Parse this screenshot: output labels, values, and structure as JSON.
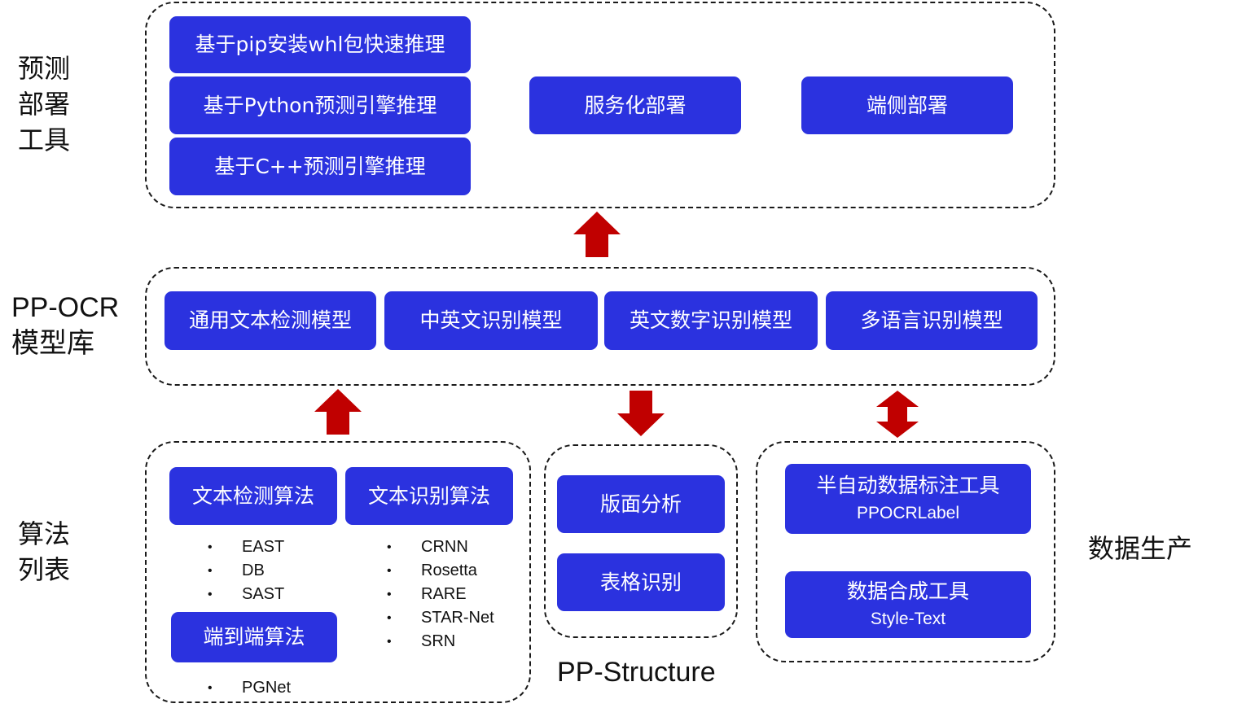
{
  "deploy": {
    "label_lines": [
      "预测",
      "部署",
      "工具"
    ],
    "inference": [
      "基于pip安装whl包快速推理",
      "基于Python预测引擎推理",
      "基于C++预测引擎推理"
    ],
    "serving": "服务化部署",
    "edge": "端侧部署"
  },
  "ppocr": {
    "label_lines": [
      "PP-OCR",
      "模型库"
    ],
    "models": [
      "通用文本检测模型",
      "中英文识别模型",
      "英文数字识别模型",
      "多语言识别模型"
    ]
  },
  "algorithms": {
    "label_lines": [
      "算法",
      "列表"
    ],
    "detection": {
      "title": "文本检测算法",
      "items": [
        "EAST",
        "DB",
        "SAST"
      ]
    },
    "recognition": {
      "title": "文本识别算法",
      "items": [
        "CRNN",
        "Rosetta",
        "RARE",
        "STAR-Net",
        "SRN"
      ]
    },
    "e2e": {
      "title": "端到端算法",
      "items": [
        "PGNet"
      ]
    }
  },
  "structure": {
    "label": "PP-Structure",
    "items": [
      "版面分析",
      "表格识别"
    ]
  },
  "data_production": {
    "label": "数据生产",
    "tools": [
      {
        "title": "半自动数据标注工具",
        "subtitle": "PPOCRLabel"
      },
      {
        "title": "数据合成工具",
        "subtitle": "Style-Text"
      }
    ]
  },
  "colors": {
    "box": "#2b32df",
    "arrow": "#c00000",
    "border": "#1a1a1a"
  }
}
